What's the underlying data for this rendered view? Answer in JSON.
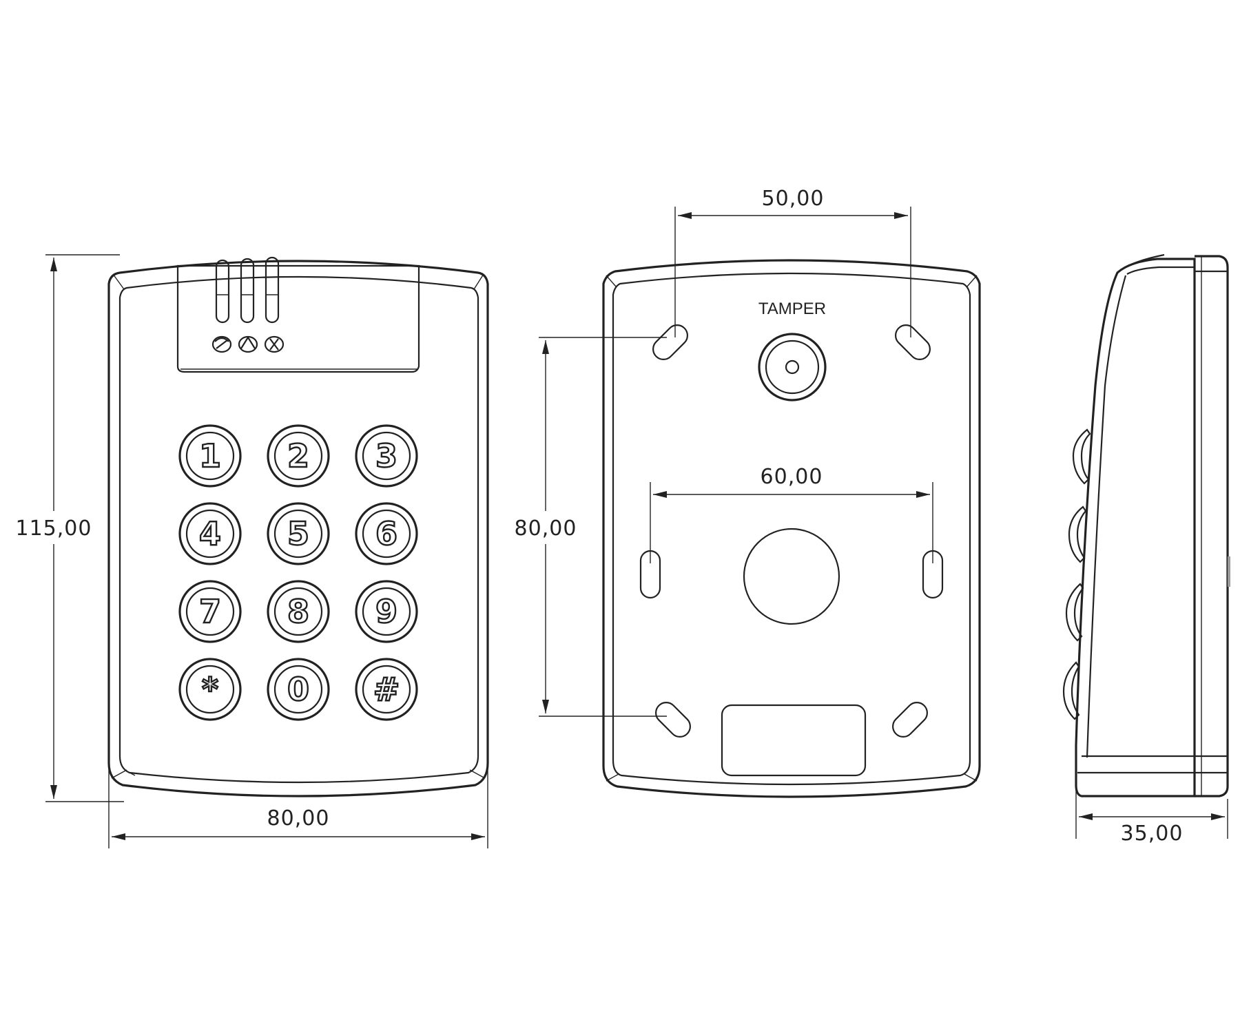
{
  "front_view": {
    "height_dim": "115,00",
    "width_dim": "80,00",
    "keypad": [
      "1",
      "2",
      "3",
      "4",
      "5",
      "6",
      "7",
      "8",
      "9",
      "*",
      "0",
      "#"
    ]
  },
  "back_view": {
    "top_dim": "50,00",
    "middle_dim": "60,00",
    "vertical_dim": "80,00",
    "tamper_label": "TAMPER"
  },
  "side_view": {
    "depth_dim": "35,00"
  }
}
